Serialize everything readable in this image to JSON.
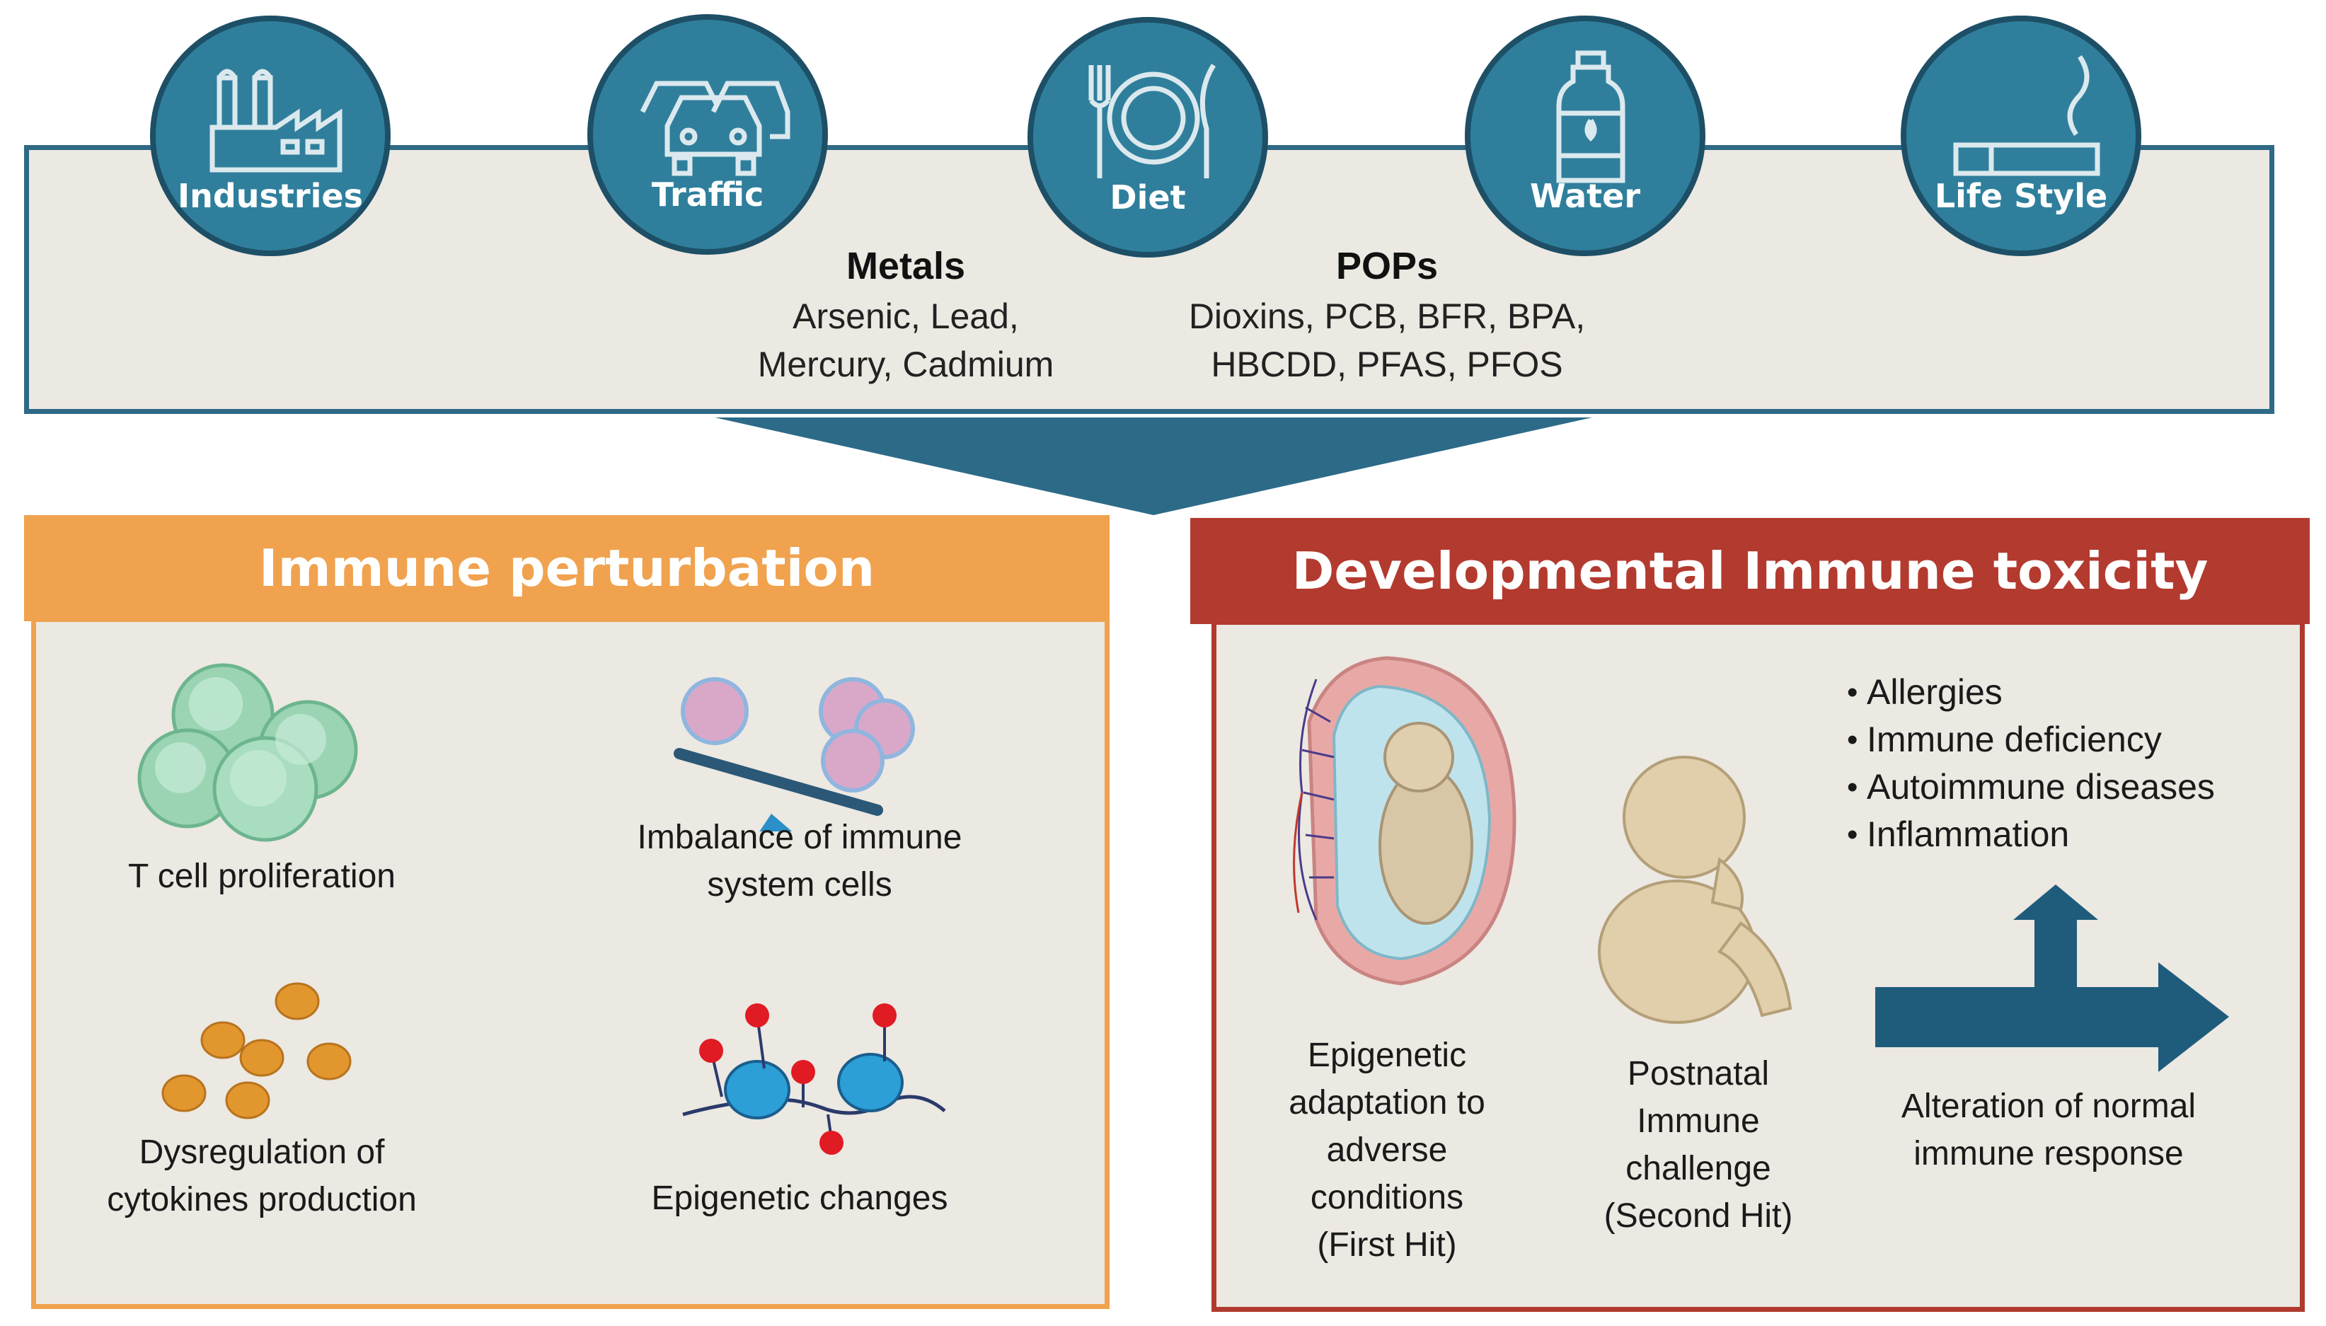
{
  "sources": [
    {
      "label": "Industries",
      "icon": "factory-icon"
    },
    {
      "label": "Traffic",
      "icon": "cars-icon"
    },
    {
      "label": "Diet",
      "icon": "plate-cutlery-icon"
    },
    {
      "label": "Water",
      "icon": "water-bottle-icon"
    },
    {
      "label": "Life Style",
      "icon": "cigarette-icon"
    }
  ],
  "pollutants": {
    "metals": {
      "title": "Metals",
      "line1": "Arsenic, Lead,",
      "line2": "Mercury, Cadmium"
    },
    "pops": {
      "title": "POPs",
      "line1": "Dioxins, PCB, BFR, BPA,",
      "line2": "HBCDD, PFAS, PFOS"
    }
  },
  "immune_perturbation": {
    "title": "Immune perturbation",
    "items": {
      "tcell": [
        "T cell proliferation"
      ],
      "imbalance": [
        "Imbalance of immune",
        "system cells"
      ],
      "cytokines": [
        "Dysregulation of",
        "cytokines production"
      ],
      "epigenetic": [
        "Epigenetic changes"
      ]
    }
  },
  "developmental_toxicity": {
    "title": "Developmental Immune toxicity",
    "first_hit": [
      "Epigenetic",
      "adaptation to",
      "adverse",
      "conditions",
      "(First Hit)"
    ],
    "second_hit": [
      "Postnatal",
      "Immune",
      "challenge",
      "(Second Hit)"
    ],
    "outcomes": [
      "Allergies",
      "Immune deficiency",
      "Autoimmune diseases",
      "Inflammation"
    ],
    "alteration": [
      "Alteration of normal",
      "immune response"
    ]
  },
  "colors": {
    "band_border": "#2e6a86",
    "circle_fill": "#2f7f9c",
    "orange": "#f0a24e",
    "red": "#b33a2f",
    "arrow": "#1f5c7c",
    "panel_bg": "#ece8e2"
  }
}
